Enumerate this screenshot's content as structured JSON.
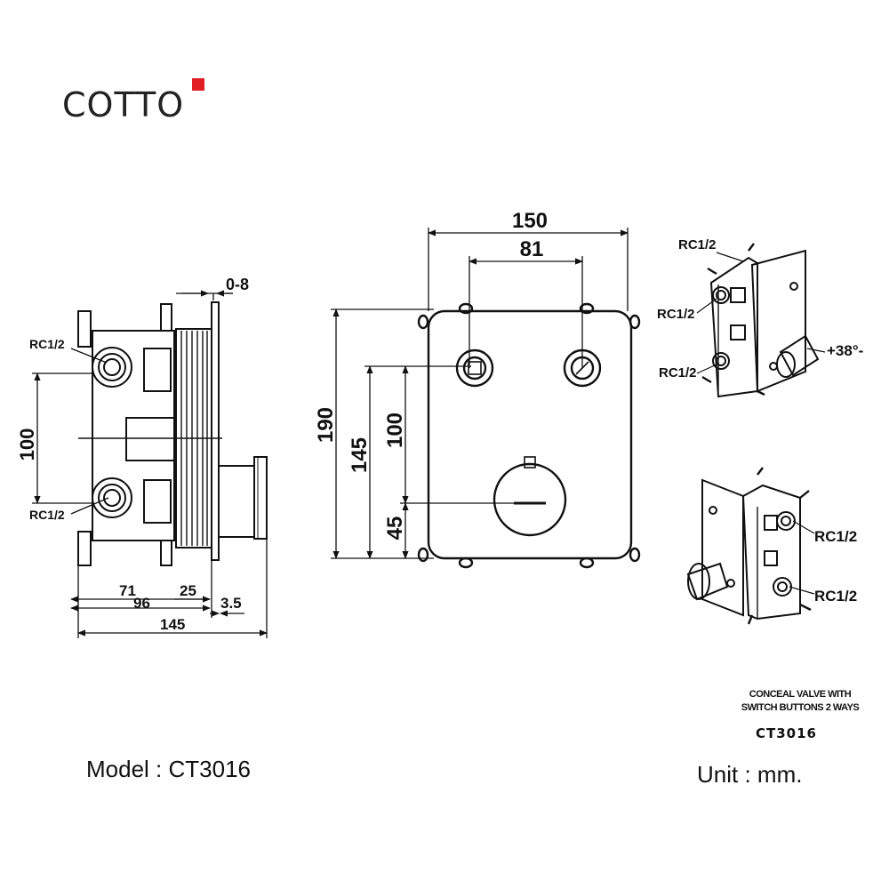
{
  "brand": {
    "name": "COTTO",
    "accent_color": "#e01e24"
  },
  "side_view": {
    "port_top": "RC1/2",
    "port_bottom": "RC1/2",
    "dim_gap": "0-8",
    "dim_vertical": "100",
    "dim_71": "71",
    "dim_96": "96",
    "dim_25": "25",
    "dim_3_5": "3.5",
    "dim_145": "145"
  },
  "front_view": {
    "dim_width": "150",
    "dim_buttons": "81",
    "dim_height": "190",
    "dim_145": "145",
    "dim_100": "100",
    "dim_45": "45"
  },
  "iso_top": {
    "port_a": "RC1/2",
    "port_b": "RC1/2",
    "port_c": "RC1/2",
    "angle": "+38°-"
  },
  "iso_bottom": {
    "port_a": "RC1/2",
    "port_b": "RC1/2"
  },
  "title_block": {
    "line1": "CONCEAL VALVE WITH",
    "line2": "SWITCH BUTTONS 2 WAYS",
    "code": "CT3016"
  },
  "model_label": "Model : CT3016",
  "unit_label": "Unit : mm."
}
